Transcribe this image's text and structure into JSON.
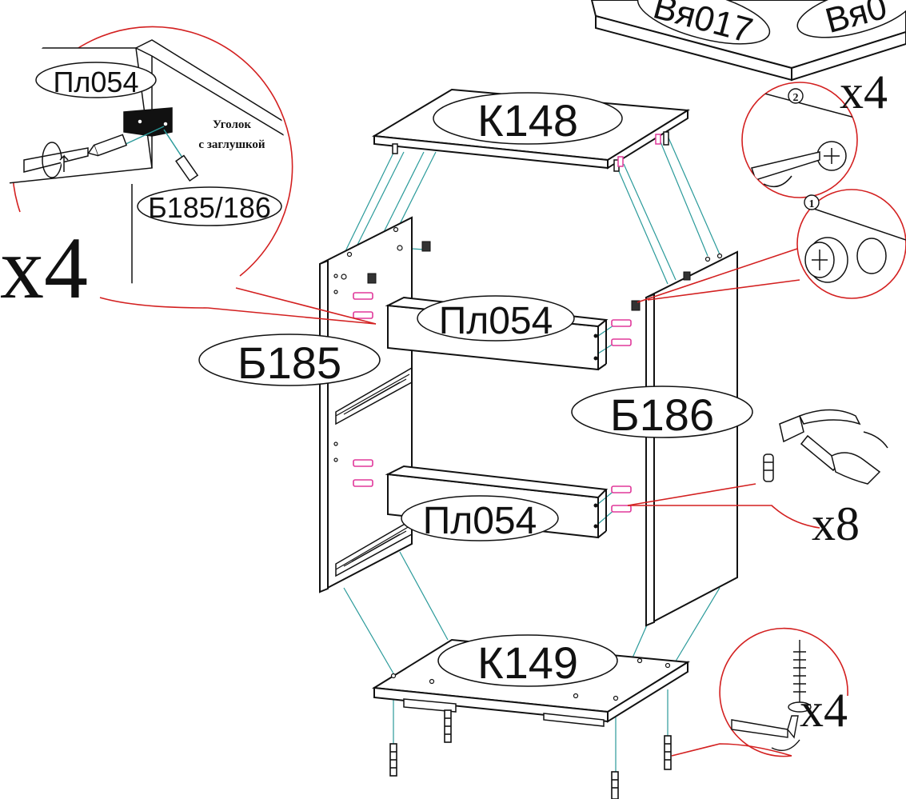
{
  "parts": {
    "top_panel": "К148",
    "bottom_panel": "К149",
    "left_side": "Б185",
    "right_side": "Б186",
    "upper_bar": "Пл054",
    "lower_bar": "Пл054",
    "corner_bar": "Пл054",
    "corner_sides": "Б185/186",
    "box_left": "Вя017",
    "box_right": "Вя0"
  },
  "callouts": {
    "corner_title_line1": "Уголок",
    "corner_title_line2": "с заглушкой",
    "qty_corner": "x4",
    "qty_cam": "x4",
    "qty_dowel": "x8",
    "qty_leg": "x4",
    "step_1": "1",
    "step_2": "2"
  },
  "colors": {
    "line": "#111111",
    "guide": "#2a9a9a",
    "callout": "#d32020",
    "dowel": "#e0389a"
  }
}
